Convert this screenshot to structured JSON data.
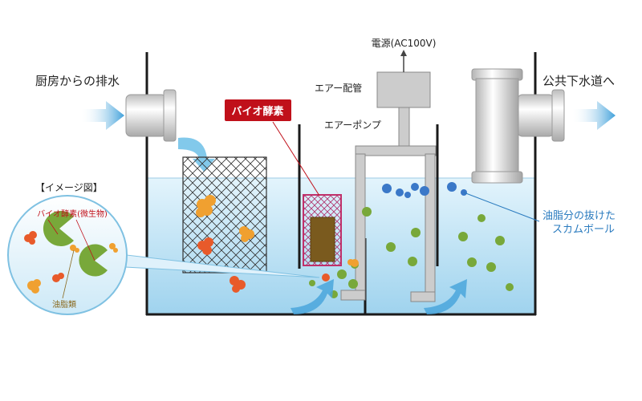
{
  "labels": {
    "inlet": "厨房からの排水",
    "outlet": "公共下水道へ",
    "power": "電源(AC100V)",
    "air_pipe": "エアー配管",
    "air_pump": "エアーポンプ",
    "bio_enzyme_box": "バイオ酵素",
    "image_title": "【イメージ図】",
    "inset_enzyme": "バイオ酵素(微生物)",
    "inset_oil": "油脂類",
    "scum_line1": "油脂分の抜けた",
    "scum_line2": "スカムボール"
  },
  "colors": {
    "water_top": "#ddf1fb",
    "water_bottom": "#9fd5ef",
    "pipe": "#cfcfcf",
    "tank_wall": "#1a1a1a",
    "enzyme_label_bg": "#c0101a",
    "enzyme_box": "#c0306a",
    "microbe_green": "#78a83a",
    "oil_orange": "#f0a030",
    "oil_red": "#e85a2a",
    "scum_blue": "#3a78c8",
    "flow_arrow": "#4aa6dc",
    "label_text": "#222222",
    "scum_text": "#2a7bbf",
    "inset_enzyme_text": "#c0101a",
    "inset_oil_text": "#8a6a20"
  },
  "icons": [
    "flow-arrow-icon",
    "air-pump-icon",
    "pipe-icon",
    "microbe-icon",
    "oil-droplet-icon",
    "scum-ball-icon"
  ]
}
